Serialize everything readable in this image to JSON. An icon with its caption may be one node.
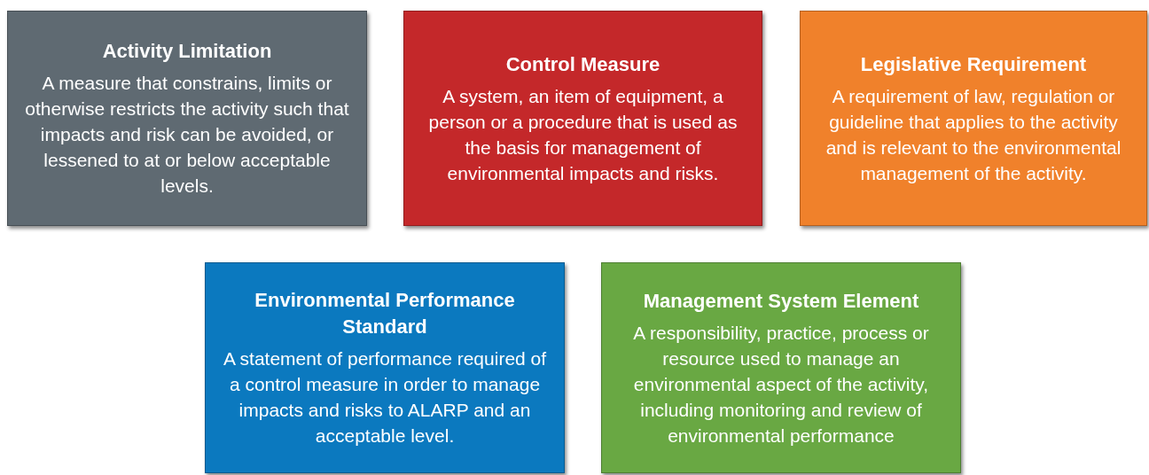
{
  "diagram": {
    "nodes": [
      {
        "text": [
          "Activity Limitation",
          "A measure that constrains, limits or otherwise restricts the activity such that impacts and risk can be avoided, or lessened to at or below acceptable levels."
        ]
      },
      {
        "text": [
          "Control Measure",
          "A system, an item of equipment, a person or a procedure that is used as the basis for management of environmental impacts and risks."
        ]
      },
      {
        "text": [
          "Legislative Requirement",
          "A requirement of law, regulation or guideline that applies to the activity and is relevant to the environmental management of the activity."
        ]
      },
      {
        "text": [
          "Environmental Performance Standard",
          "A statement of performance required of a control measure in order to manage impacts and risks to ALARP and an acceptable level."
        ]
      },
      {
        "text": [
          "Management System Element",
          "A responsibility, practice, process or resource used to manage an environmental aspect of the activity, including monitoring and review of environmental performance"
        ]
      }
    ]
  }
}
